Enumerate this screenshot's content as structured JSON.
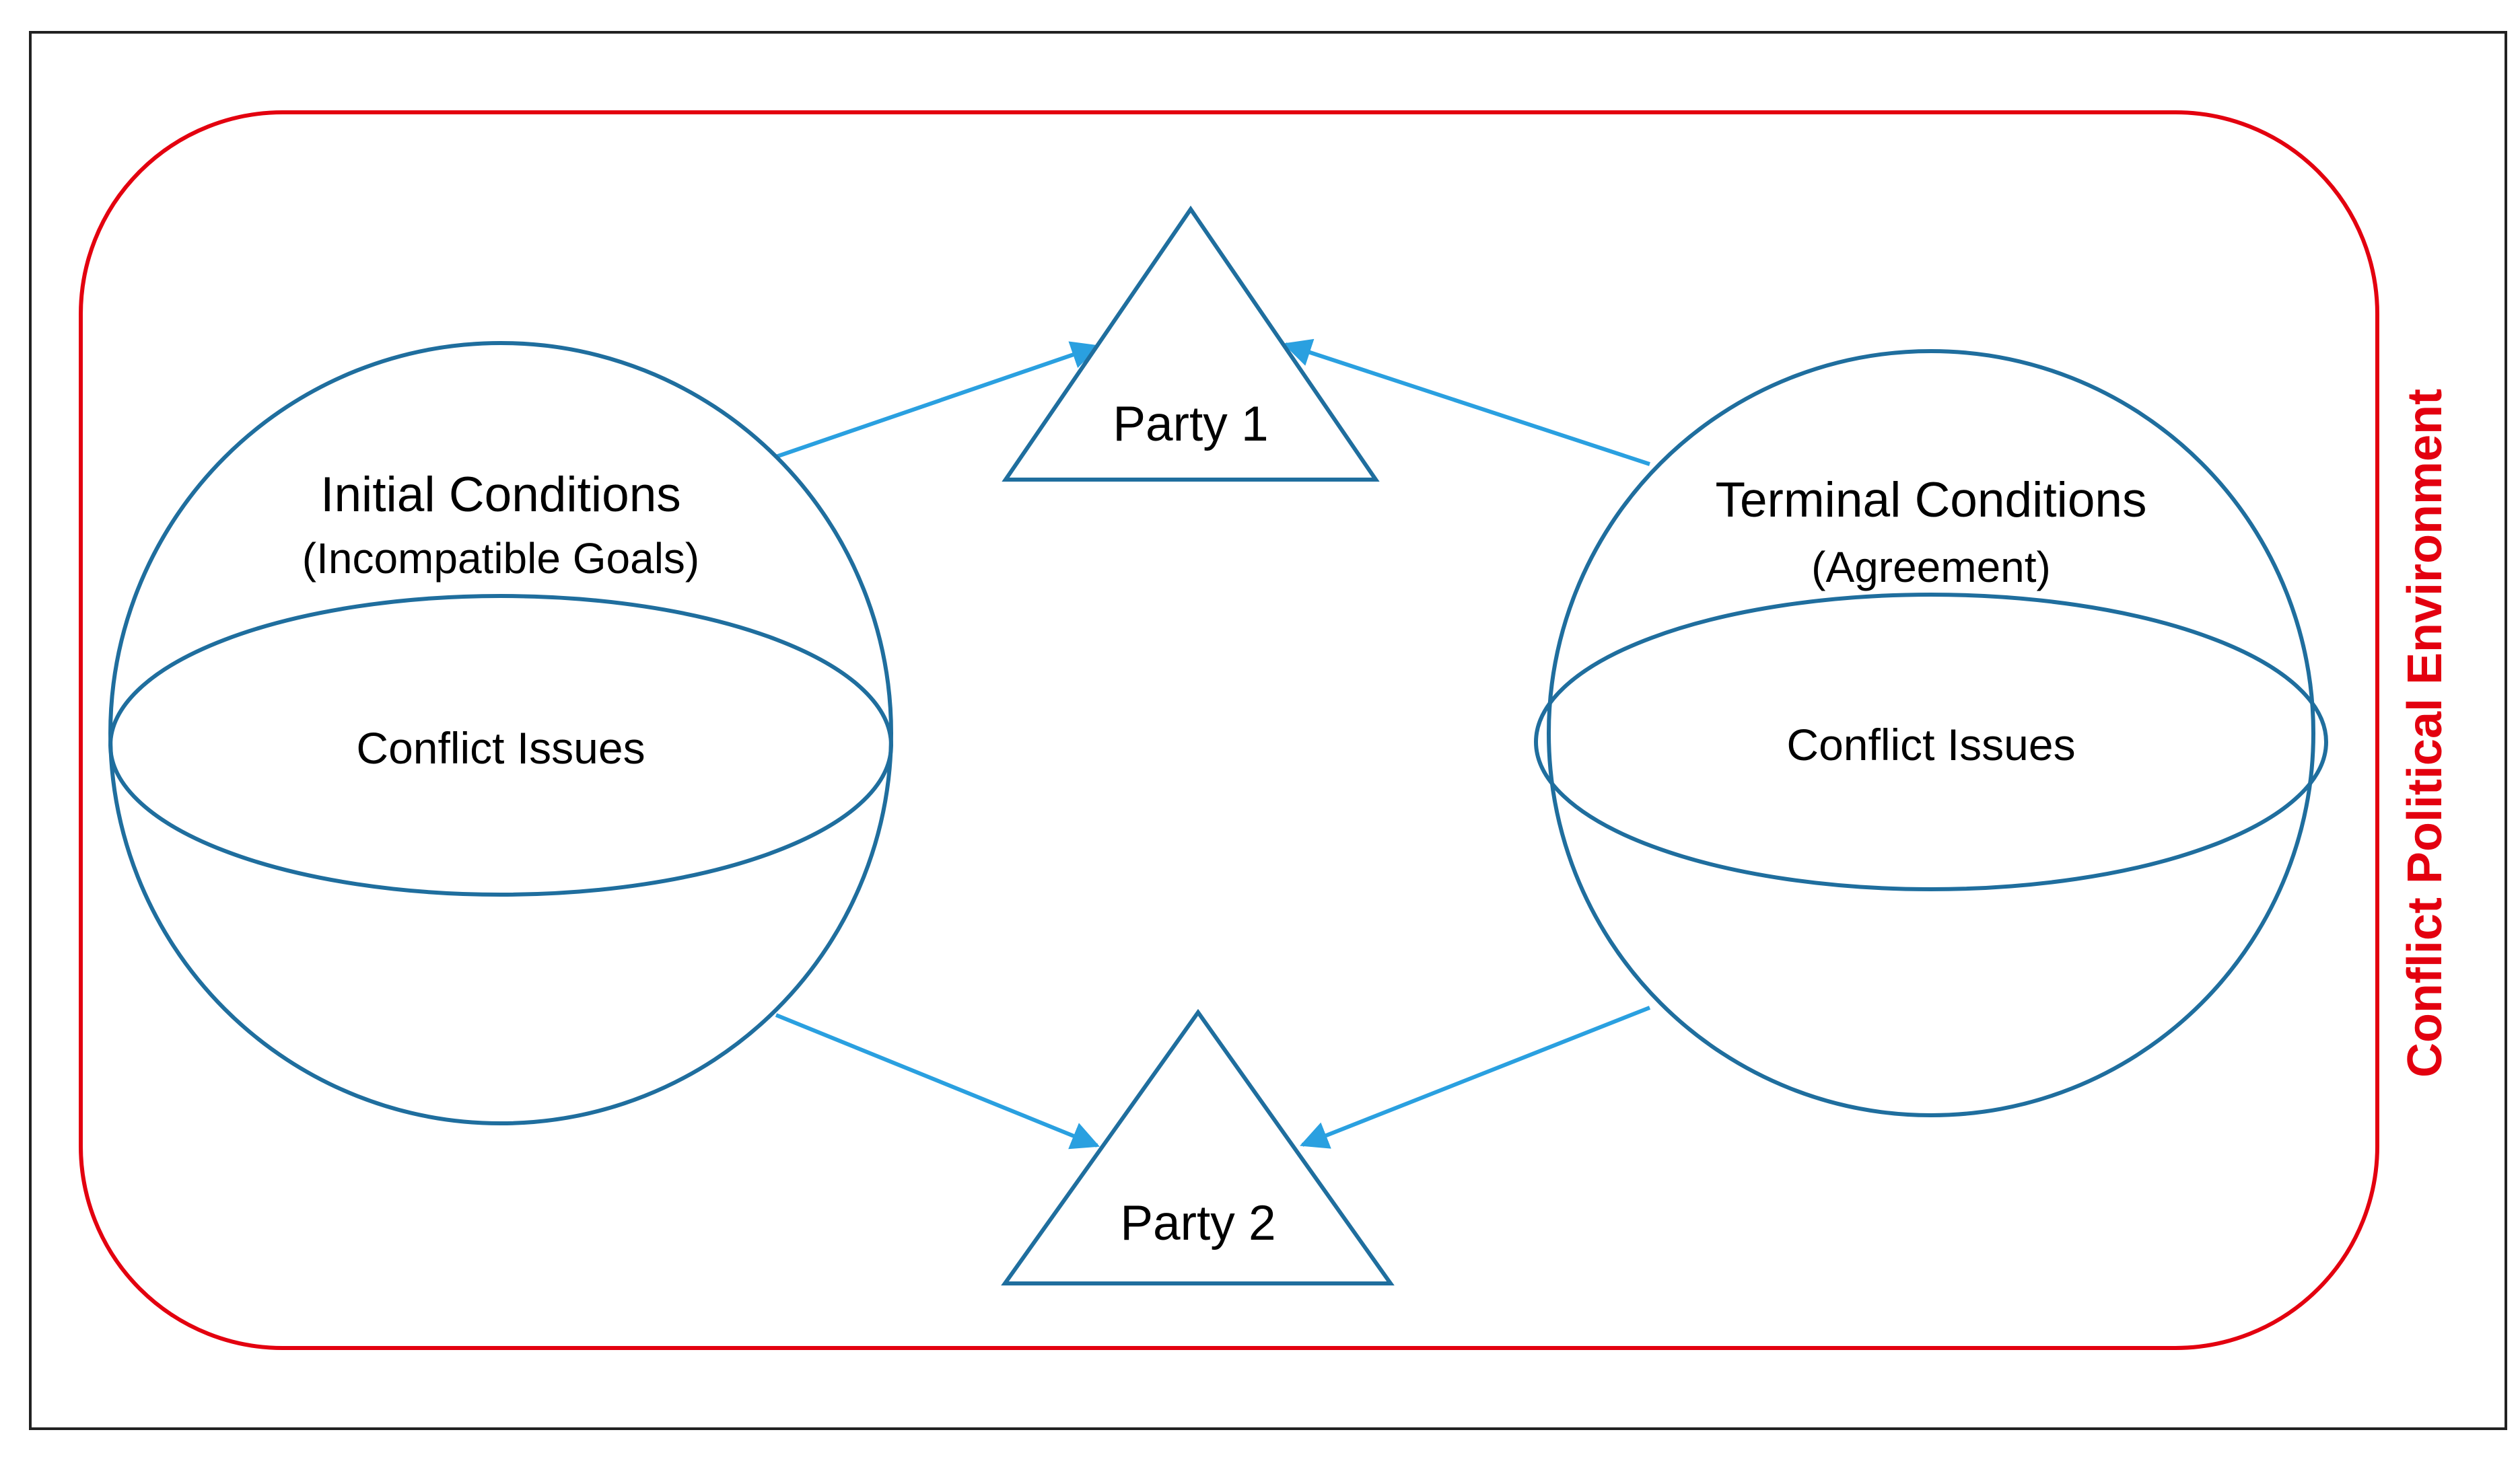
{
  "colors": {
    "environment": "#E3000F",
    "shape_stroke": "#1F6E9E",
    "arrow": "#2AA0E0",
    "frame": "#222222"
  },
  "environment": {
    "label": "Conflict Political Environment"
  },
  "initial": {
    "title": "Initial Conditions",
    "subtitle": "(Incompatible Goals)",
    "issues": "Conflict Issues"
  },
  "terminal": {
    "title": "Terminal Conditions",
    "subtitle": "(Agreement)",
    "issues": "Conflict Issues"
  },
  "party1": {
    "label": "Party 1"
  },
  "party2": {
    "label": "Party 2"
  },
  "arrows": [
    {
      "from": "initial",
      "to": "party1"
    },
    {
      "from": "initial",
      "to": "party2"
    },
    {
      "from": "terminal",
      "to": "party1"
    },
    {
      "from": "terminal",
      "to": "party2"
    }
  ]
}
